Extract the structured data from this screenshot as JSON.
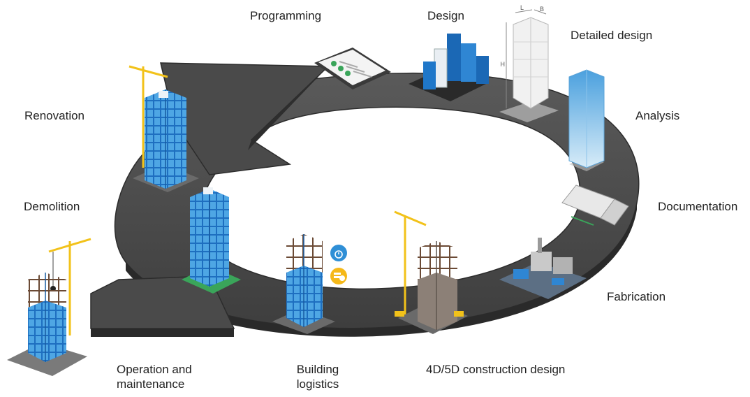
{
  "diagram": {
    "stages": [
      {
        "id": "programming",
        "label": "Programming"
      },
      {
        "id": "design",
        "label": "Design"
      },
      {
        "id": "detailed-design",
        "label": "Detailed design"
      },
      {
        "id": "analysis",
        "label": "Analysis"
      },
      {
        "id": "documentation",
        "label": "Documentation"
      },
      {
        "id": "fabrication",
        "label": "Fabrication"
      },
      {
        "id": "construction-design",
        "label": "4D/5D construction design"
      },
      {
        "id": "building-logistics",
        "label": "Building\nlogistics"
      },
      {
        "id": "operation-maintenance",
        "label": "Operation and\nmaintenance"
      },
      {
        "id": "demolition",
        "label": "Demolition"
      },
      {
        "id": "renovation",
        "label": "Renovation"
      }
    ],
    "dimension_labels": {
      "length": "L",
      "breadth": "B",
      "height": "H"
    }
  },
  "colors": {
    "ring": "#4a4a4a",
    "ring_edge": "#2c2c2c",
    "glass_blue": "#1f77c9",
    "glass_light": "#63b3ea",
    "concrete": "#8c8077",
    "scaffold": "#6b4a35",
    "crane": "#f2c21a",
    "badge_blue": "#2f8fd6",
    "badge_yellow": "#f5b91a",
    "tablet_green": "#3aa55a"
  }
}
